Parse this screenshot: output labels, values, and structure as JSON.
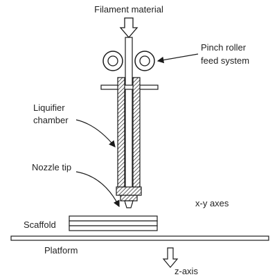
{
  "diagram": {
    "labels": {
      "filament": "Filament material",
      "pinch_line1": "Pinch roller",
      "pinch_line2": "feed system",
      "liquifier_line1": "Liquifier",
      "liquifier_line2": "chamber",
      "nozzle": "Nozzle tip",
      "xy_axes": "x-y axes",
      "scaffold": "Scaffold",
      "platform": "Platform",
      "z_axis": "z-axis"
    },
    "colors": {
      "line": "#1a1a1a",
      "text": "#222222",
      "background": "#ffffff"
    }
  }
}
